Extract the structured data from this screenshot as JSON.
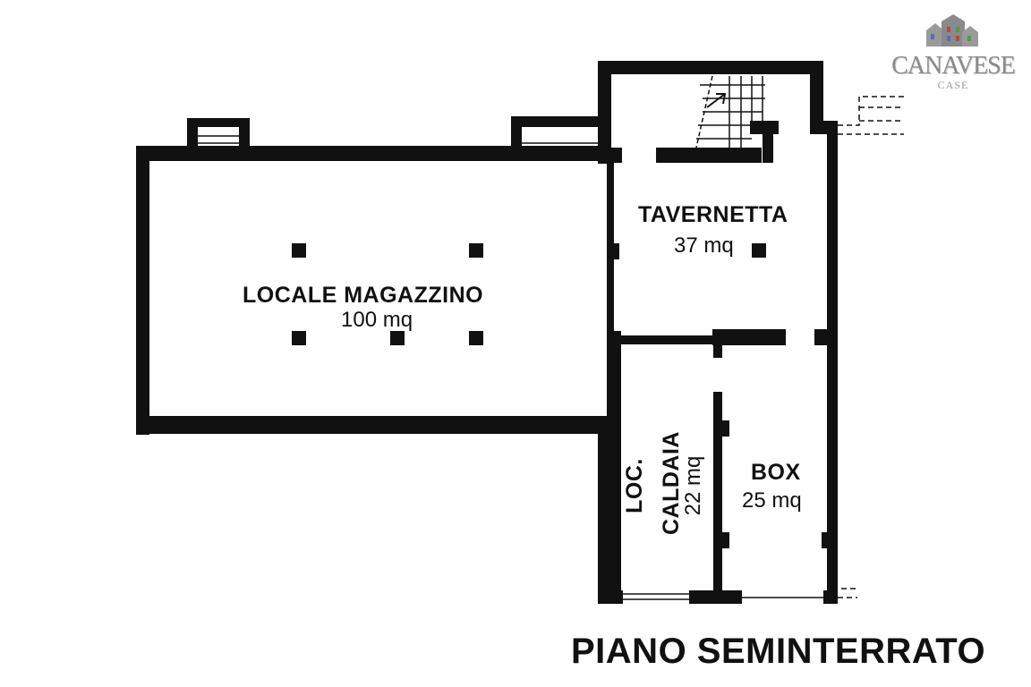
{
  "plan": {
    "title": "PIANO SEMINTERRATO",
    "rooms": [
      {
        "id": "locale-magazzino",
        "name": "LOCALE MAGAZZINO",
        "area": "100 mq"
      },
      {
        "id": "tavernetta",
        "name": "TAVERNETTA",
        "area": "37 mq"
      },
      {
        "id": "loc-caldaia",
        "name_line1": "LOC.",
        "name_line2": "CALDAIA",
        "area": "22 mq"
      },
      {
        "id": "box",
        "name": "BOX",
        "area": "25 mq"
      }
    ]
  },
  "logo": {
    "word": "CANAVESE",
    "sub": "CASE",
    "colors": [
      "#5b6fb0",
      "#b24a4a",
      "#4f9a4f",
      "#8a8a8a"
    ]
  },
  "colors": {
    "wall": "#111111",
    "paper": "#ffffff"
  }
}
